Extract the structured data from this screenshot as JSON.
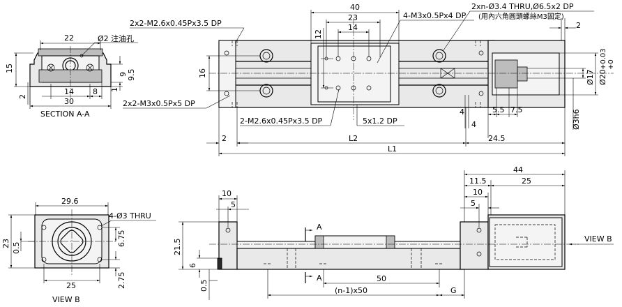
{
  "section_aa": {
    "dim_22": "22",
    "oil_hole": "Ø2 注油孔",
    "dim_15": "15",
    "dim_2": "2",
    "dim_14": "14",
    "dim_8": "8",
    "dim_30": "30",
    "dim_9": "9",
    "dim_9_5": "9.5",
    "dim_1": "1",
    "title": "SECTION A-A"
  },
  "top_view": {
    "dim_40": "40",
    "dim_23": "23",
    "dim_14": "14",
    "dim_12": "12",
    "dim_16": "16",
    "note_m26_top": "2x2-M2.6x0.45Px3.5 DP",
    "note_m3_4": "4-M3x0.5Px4 DP",
    "note_thru_1": "2xn-Ø3.4 THRU,Ø6.5x2 DP",
    "note_thru_2": "(用內六角圓頭螺絲M3固定)",
    "dim_2_right": "2",
    "note_m3_bottom": "2x2-M3x0.5Px5 DP",
    "note_m26_bottom": "2-M2.6x0.45Px3.5 DP",
    "note_5x1_2": "5x1.2 DP",
    "dim_4a": "4",
    "dim_4b": "4",
    "dim_5_5": "5.5",
    "dim_7_5": "7.5",
    "dim_17": "Ø17",
    "dim_20": "Ø20",
    "tol_20_hi": "+0.03",
    "tol_20_lo": "+0",
    "dim_3h6": "Ø3h6",
    "dim_2_left": "2",
    "dim_L2": "L2",
    "dim_24_5": "24.5",
    "dim_L1": "L1"
  },
  "view_b_left": {
    "dim_29_6": "29.6",
    "note_thru": "4-Ø3 THRU",
    "dim_23": "23",
    "dim_0_5": "0.5",
    "dim_6_75": "6.75",
    "dim_25": "25",
    "dim_2_75": "2.75",
    "title": "VIEW B"
  },
  "side_view": {
    "dim_10": "10",
    "dim_5": "5",
    "dim_21_5": "21.5",
    "dim_6": "6",
    "dim_0_5": "0.5",
    "label_a_top": "A",
    "label_a_bottom": "A",
    "dim_50": "50",
    "dim_n50": "(n-1)x50",
    "dim_G": "G",
    "dim_44": "44",
    "dim_11_5": "11.5",
    "dim_25": "25",
    "dim_10r": "10",
    "dim_5r": "5",
    "view_b": "VIEW B"
  }
}
